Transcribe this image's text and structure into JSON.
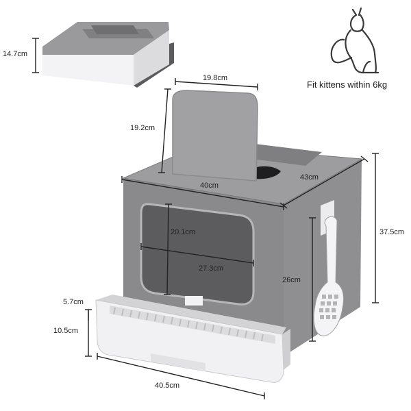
{
  "caption": "Fit kittens within 6kg",
  "dimensions": {
    "lid_height": "14.7cm",
    "flap_width": "19.8cm",
    "flap_height": "19.2cm",
    "box_width": "40cm",
    "box_depth": "43cm",
    "box_height": "37.5cm",
    "door_height": "20.1cm",
    "door_width": "27.3cm",
    "scoop_height": "26cm",
    "drawer_lip": "5.7cm",
    "drawer_height": "10.5cm",
    "drawer_width": "40.5cm"
  },
  "icons": [
    "cat-silhouette-icon",
    "scoop-icon"
  ],
  "colors": {
    "body_gray": "#8a8a8c",
    "top_gray": "#9c9c9e",
    "drawer_white": "#f1f1f3",
    "line": "#222222"
  }
}
